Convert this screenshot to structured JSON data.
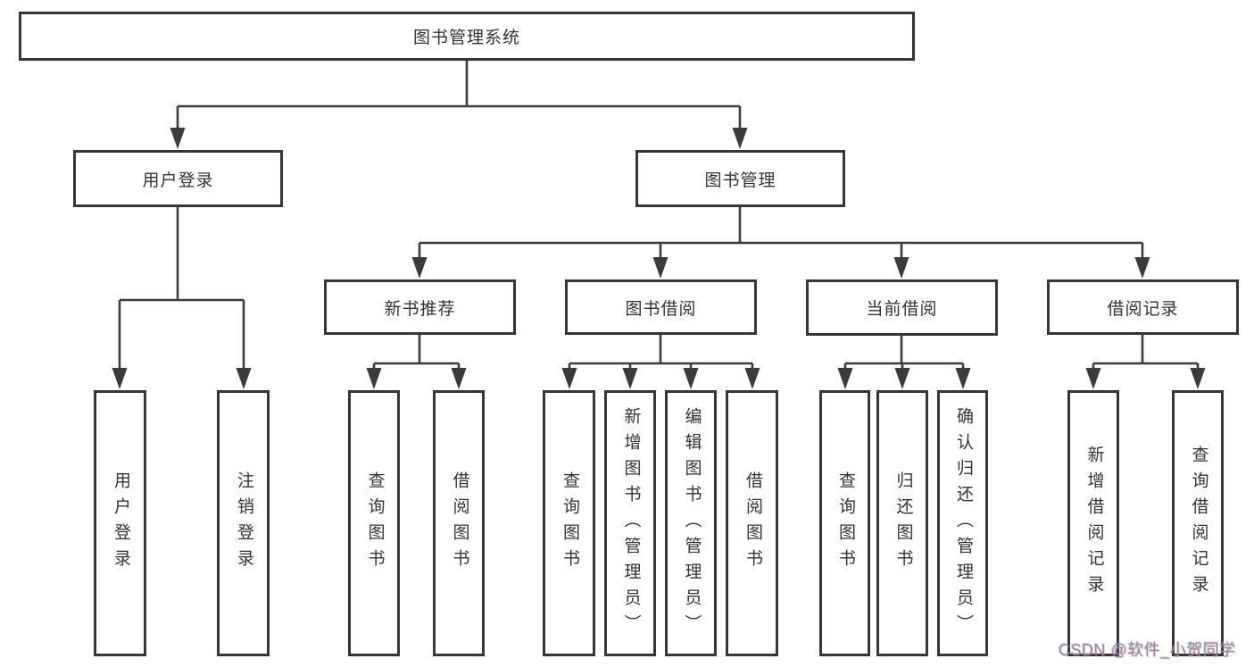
{
  "nodes": {
    "root": "图书管理系统",
    "user_login": "用户登录",
    "book_management": "图书管理",
    "new_book_recommend": "新书推荐",
    "book_borrow": "图书借阅",
    "current_borrow": "当前借阅",
    "borrow_records": "借阅记录",
    "leaves": {
      "user_login": "用户登录",
      "logout": "注销登录",
      "recommend_query": "查询图书",
      "recommend_borrow": "借阅图书",
      "borrow_query": "查询图书",
      "borrow_add": "新增图书（管理员）",
      "borrow_edit": "编辑图书（管理员）",
      "borrow_borrow": "借阅图书",
      "current_query": "查询图书",
      "current_return": "归还图书",
      "current_confirm": "确认归还（管理员）",
      "records_add": "新增借阅记录",
      "records_query": "查询借阅记录"
    }
  },
  "watermark": "CSDN @软件_小贺同学",
  "colors": {
    "line": "#3b3b3b",
    "border": "#363636",
    "text": "#333333",
    "background": "#ffffff",
    "watermark": "#8f8f94"
  }
}
